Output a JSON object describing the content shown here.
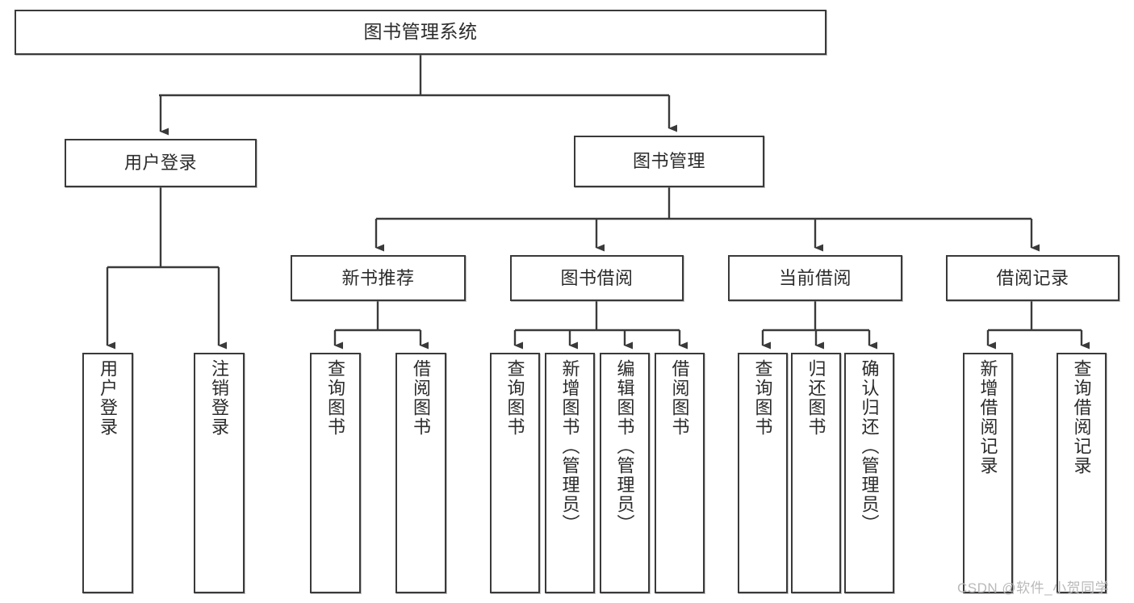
{
  "diagram": {
    "type": "tree",
    "title": "图书管理系统",
    "orientation": "top-down",
    "colors": {
      "box_border": "#3a3a3a",
      "box_fill": "#ffffff",
      "connector": "#3a3a3a",
      "text": "#2b2b2b",
      "watermark": "#b9b9b9"
    },
    "nodes": {
      "root": {
        "label": "图书管理系统",
        "text_direction": "horizontal"
      },
      "level1": [
        {
          "id": "user-login",
          "label": "用户登录",
          "text_direction": "horizontal"
        },
        {
          "id": "book-manage",
          "label": "图书管理",
          "text_direction": "horizontal"
        }
      ],
      "level2": [
        {
          "id": "new-book-recommend",
          "label": "新书推荐",
          "text_direction": "horizontal"
        },
        {
          "id": "book-borrow",
          "label": "图书借阅",
          "text_direction": "horizontal"
        },
        {
          "id": "current-borrow",
          "label": "当前借阅",
          "text_direction": "horizontal"
        },
        {
          "id": "borrow-record",
          "label": "借阅记录",
          "text_direction": "horizontal"
        }
      ],
      "leaves": {
        "user_login": [
          {
            "id": "leaf-user-login",
            "label": "用户登录",
            "text_direction": "vertical"
          },
          {
            "id": "leaf-logout-login",
            "label": "注销登录",
            "text_direction": "vertical"
          }
        ],
        "new_book_recommend": [
          {
            "id": "leaf-query-book-1",
            "label": "查询图书",
            "text_direction": "vertical"
          },
          {
            "id": "leaf-borrow-book-1",
            "label": "借阅图书",
            "text_direction": "vertical"
          }
        ],
        "book_borrow": [
          {
            "id": "leaf-query-book-2",
            "label": "查询图书",
            "text_direction": "vertical"
          },
          {
            "id": "leaf-add-book-admin",
            "label": "新增图书（管理员）",
            "text_direction": "vertical"
          },
          {
            "id": "leaf-edit-book-admin",
            "label": "编辑图书（管理员）",
            "text_direction": "vertical"
          },
          {
            "id": "leaf-borrow-book-2",
            "label": "借阅图书",
            "text_direction": "vertical"
          }
        ],
        "current_borrow": [
          {
            "id": "leaf-query-book-3",
            "label": "查询图书",
            "text_direction": "vertical"
          },
          {
            "id": "leaf-return-book",
            "label": "归还图书",
            "text_direction": "vertical"
          },
          {
            "id": "leaf-confirm-return-admin",
            "label": "确认归还（管理员）",
            "text_direction": "vertical"
          }
        ],
        "borrow_record": [
          {
            "id": "leaf-add-borrow-record",
            "label": "新增借阅记录",
            "text_direction": "vertical"
          },
          {
            "id": "leaf-query-borrow-record",
            "label": "查询借阅记录",
            "text_direction": "vertical"
          }
        ]
      }
    },
    "watermark": "CSDN @软件_小贺同学"
  }
}
